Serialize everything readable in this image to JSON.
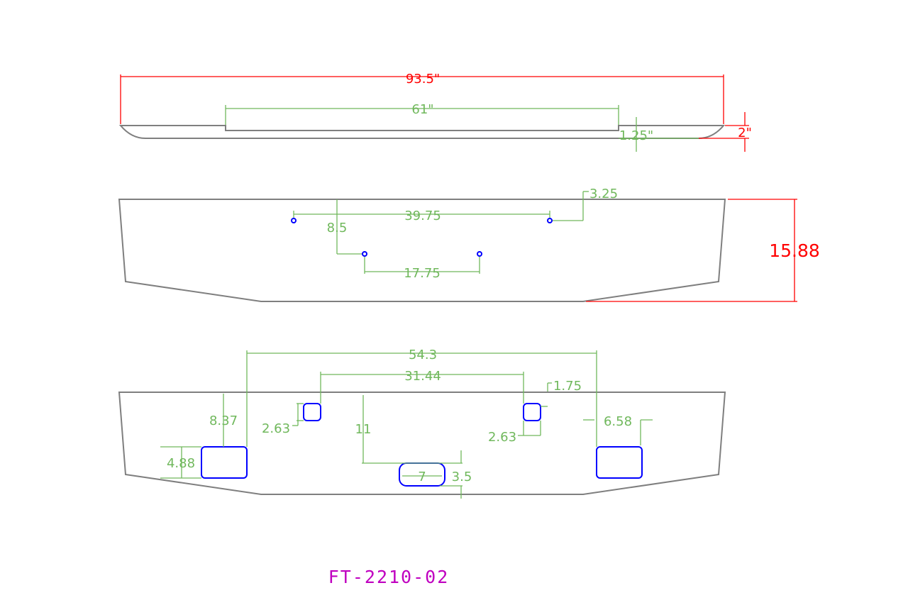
{
  "top_view": {
    "overall_length": "93.5\"",
    "center_length": "61\"",
    "step_depth": "1.25\"",
    "height": "2\""
  },
  "middle_view": {
    "hole_spacing_upper": "39.75",
    "hole_offset_top": "3.25",
    "hole_drop": "8.5",
    "hole_spacing_lower": "17.75",
    "overall_height": "15.88"
  },
  "bottom_view": {
    "outer_cutout_spacing": "54.3",
    "inner_cutout_spacing": "31.44",
    "small_cutout_offset": "1.75",
    "outer_cutout_top": "8.37",
    "small_cutout_size_left": "2.63",
    "small_cutout_size_right": "2.63",
    "center_slot_drop": "11",
    "outer_cutout_width": "6.58",
    "outer_cutout_height": "4.88",
    "center_slot_width": "7",
    "center_slot_height": "3.5"
  },
  "part_number": "FT-2210-02",
  "colors": {
    "part": "#7f7f7f",
    "hole": "#0000ff",
    "dimension": "#70b85c",
    "overall": "#ff0000",
    "title": "#c000c0"
  }
}
